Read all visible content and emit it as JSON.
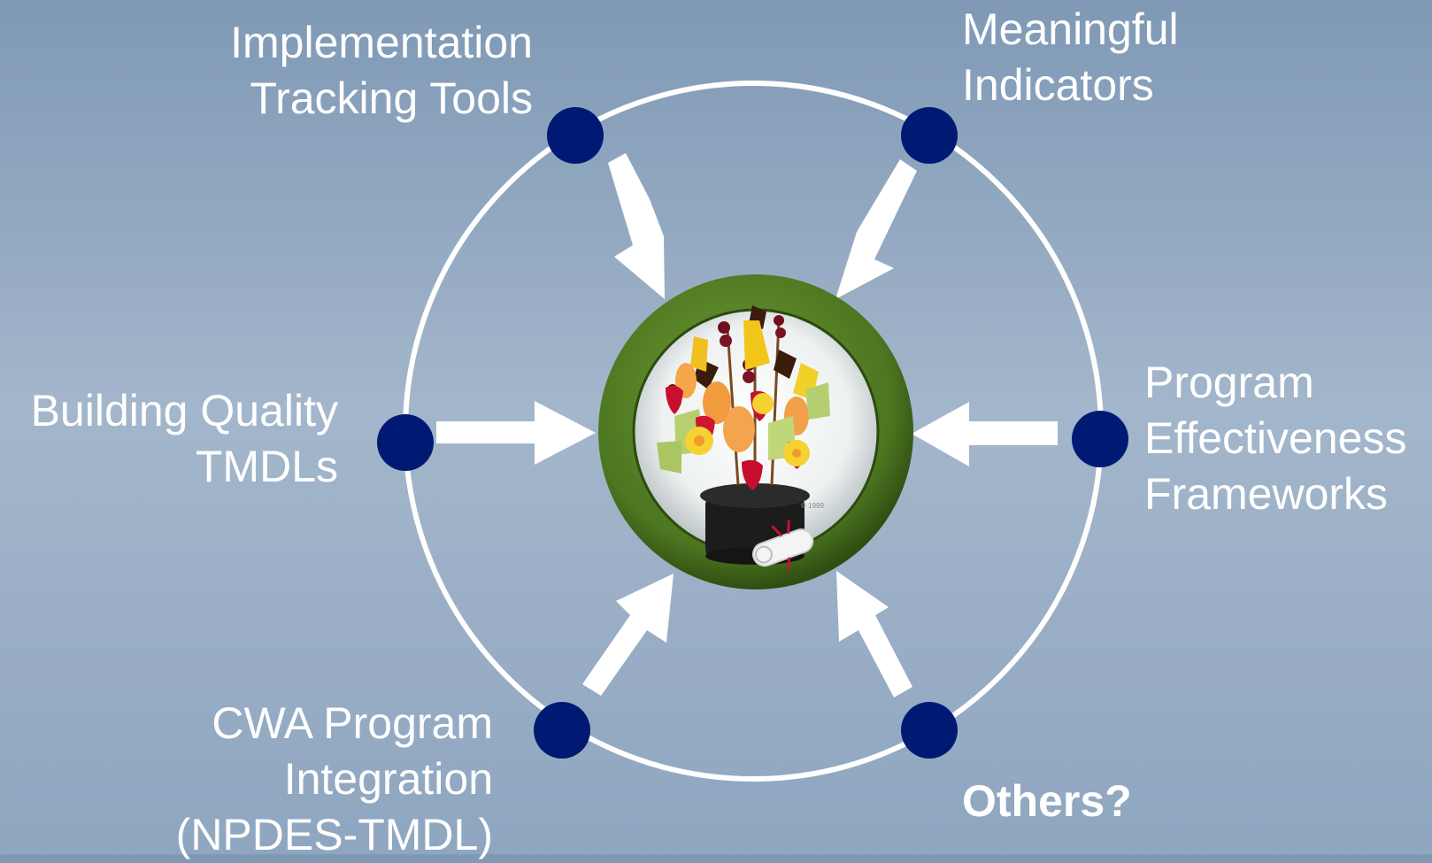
{
  "colors": {
    "node": "#001a73",
    "ring": "#ffffff",
    "arrow": "#ffffff",
    "hub_ring": "#4f7a22",
    "label": "#ffffff"
  },
  "hub": {
    "icon": "fruit-bouquet-in-graduation-cap-icon",
    "watermark": "© 1999"
  },
  "nodes": [
    {
      "id": "implementation",
      "lines": [
        "Implementation",
        "Tracking Tools"
      ],
      "bold": false
    },
    {
      "id": "indicators",
      "lines": [
        "Meaningful",
        "Indicators"
      ],
      "bold": false
    },
    {
      "id": "quality",
      "lines": [
        "Building Quality",
        "TMDLs"
      ],
      "bold": false
    },
    {
      "id": "effectiveness",
      "lines": [
        "Program",
        "Effectiveness",
        "Frameworks"
      ],
      "bold": false
    },
    {
      "id": "cwa",
      "lines": [
        "CWA Program",
        "Integration",
        "(NPDES-TMDL)"
      ],
      "bold": false
    },
    {
      "id": "others",
      "lines": [
        "Others?"
      ],
      "bold": true
    }
  ]
}
